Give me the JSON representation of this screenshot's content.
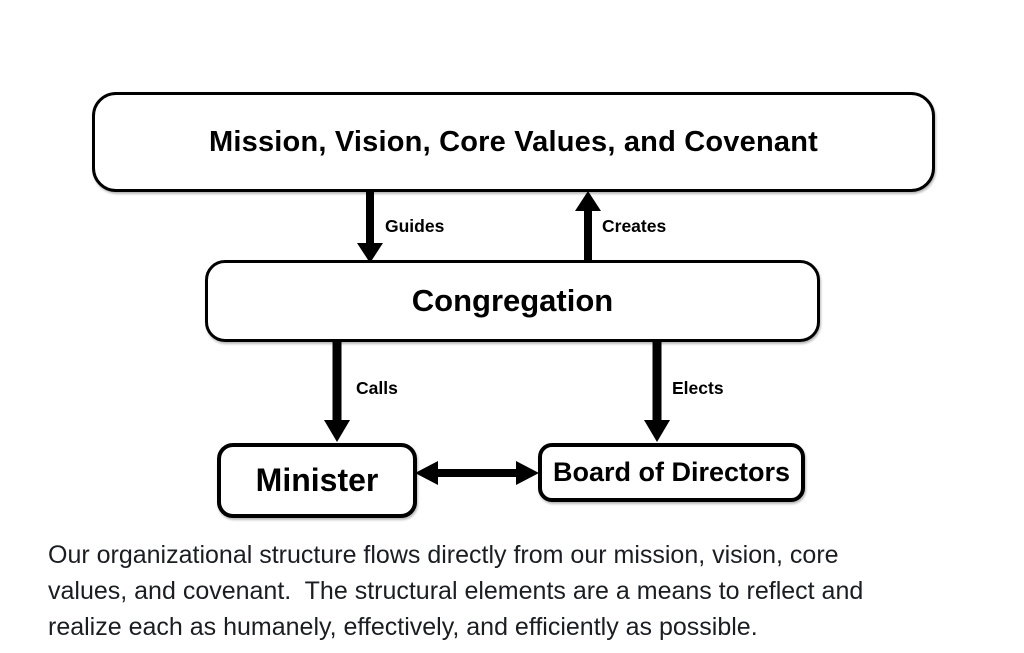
{
  "diagram": {
    "boxes": {
      "mission": {
        "label": "Mission, Vision, Core Values, and Covenant"
      },
      "congregation": {
        "label": "Congregation"
      },
      "minister": {
        "label": "Minister"
      },
      "board": {
        "label": "Board of Directors"
      }
    },
    "arrow_labels": {
      "guides": "Guides",
      "creates": "Creates",
      "calls": "Calls",
      "elects": "Elects"
    },
    "colors": {
      "line": "#000000",
      "background": "#ffffff",
      "caption_text": "#1a1d21"
    }
  },
  "caption": {
    "lines": [
      "Our organizational structure flows directly from our mission, vision, core",
      "values, and covenant.  The structural elements are a means to reflect and",
      "realize each as humanely, effectively, and efficiently as possible."
    ]
  }
}
